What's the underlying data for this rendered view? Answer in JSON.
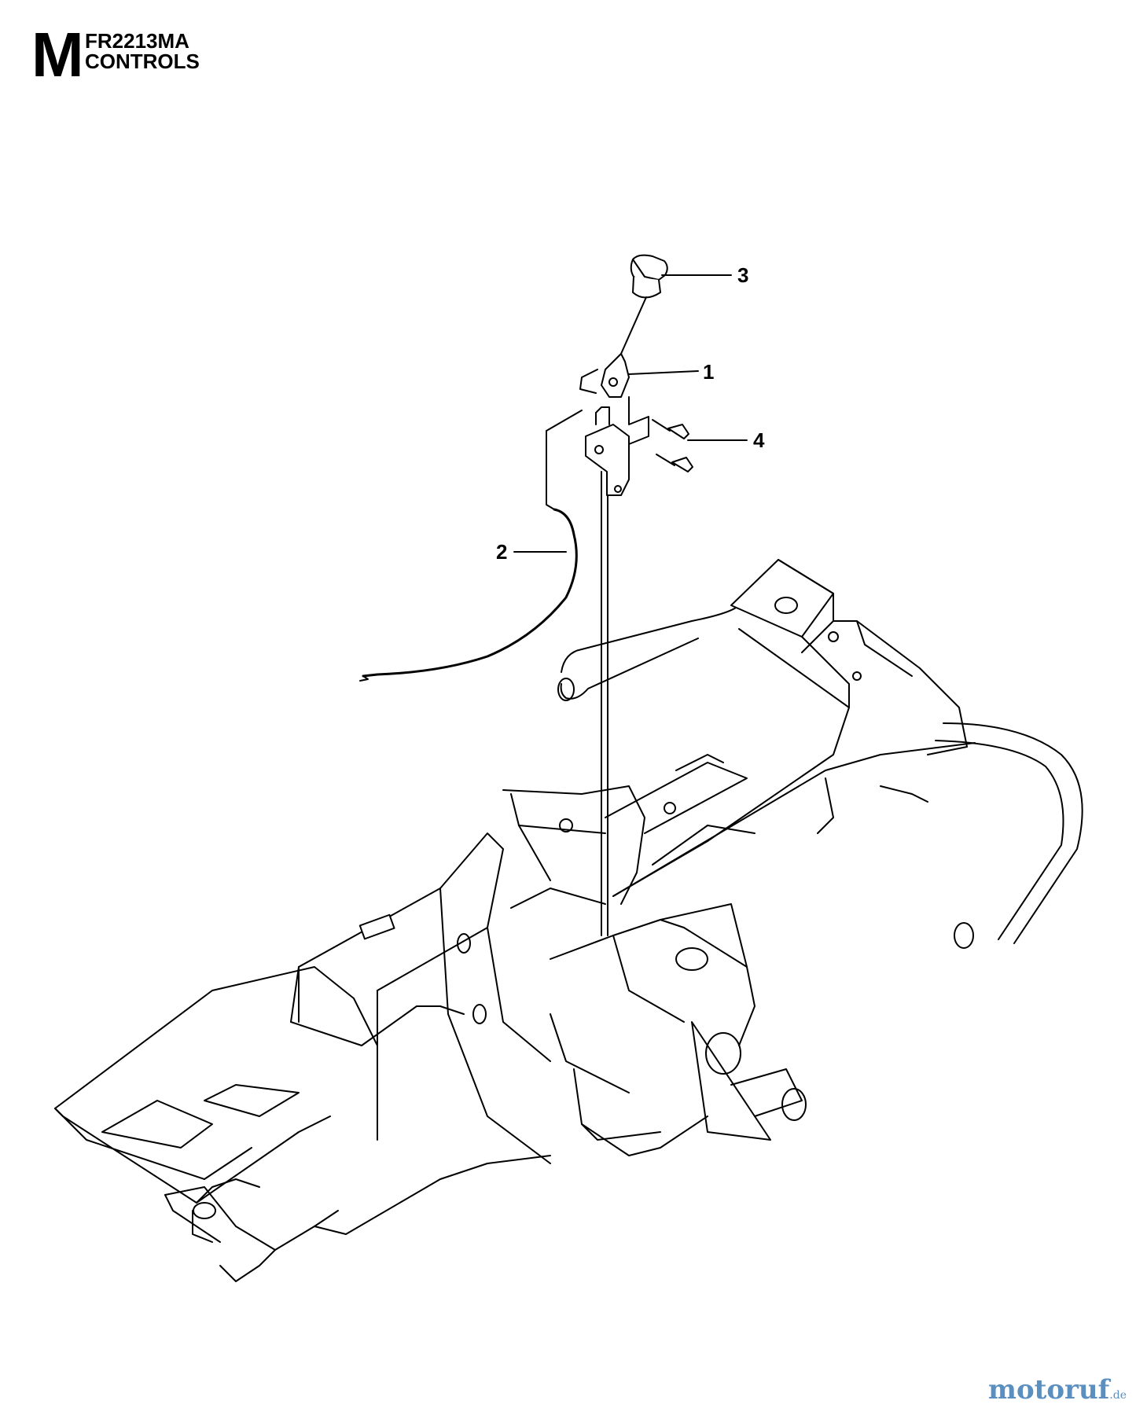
{
  "header": {
    "section_letter": "M",
    "model": "FR2213MA",
    "section_title": "CONTROLS"
  },
  "callouts": [
    {
      "id": "1",
      "label": "1"
    },
    {
      "id": "2",
      "label": "2"
    },
    {
      "id": "3",
      "label": "3"
    },
    {
      "id": "4",
      "label": "4"
    }
  ],
  "parts": {
    "knob": "throttle-knob",
    "lever": "throttle-lever",
    "cable": "throttle-cable",
    "screws": "screw",
    "frame": "frame-assembly"
  },
  "watermark": {
    "text": "motoruf",
    "tld": ".de",
    "color": "#5a8fbf"
  }
}
